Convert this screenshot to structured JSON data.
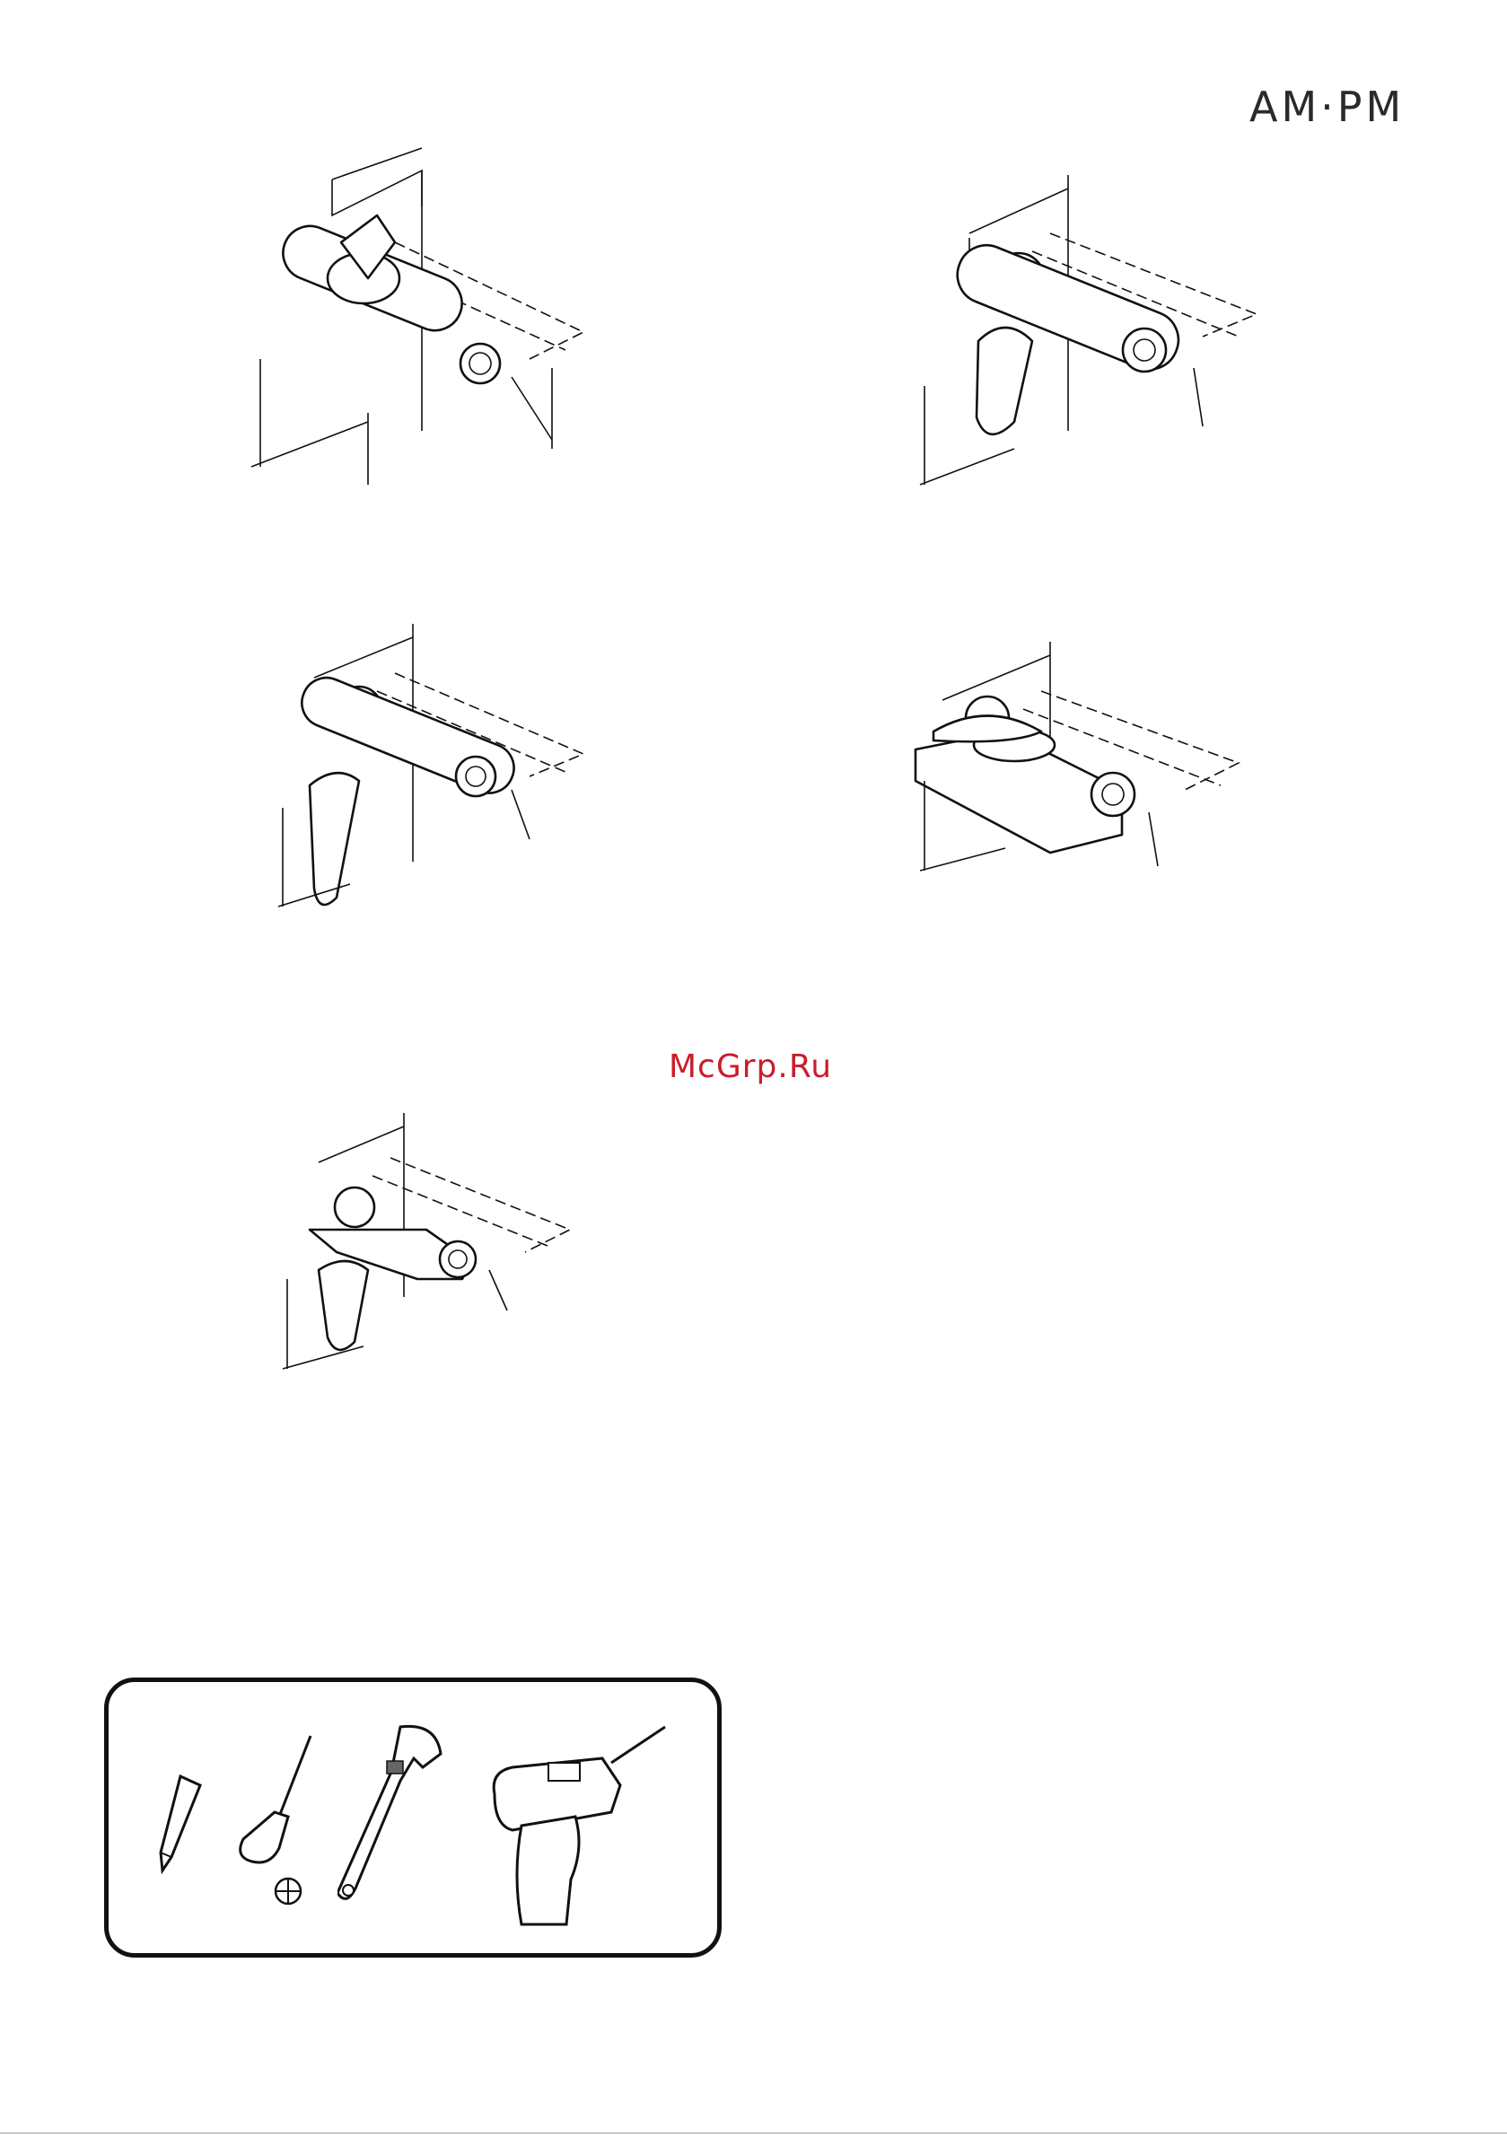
{
  "brand": {
    "logo_text": "AM·PM"
  },
  "watermark": {
    "text": "McGrp.Ru"
  },
  "figures": [
    {
      "id": "faucet-1",
      "icon": "shower-mixer-diagram"
    },
    {
      "id": "faucet-2",
      "icon": "shower-mixer-diagram"
    },
    {
      "id": "faucet-3",
      "icon": "shower-mixer-diagram"
    },
    {
      "id": "faucet-4",
      "icon": "shower-mixer-diagram"
    },
    {
      "id": "faucet-5",
      "icon": "shower-mixer-diagram"
    }
  ],
  "tools": [
    "pencil-icon",
    "phillips-screwdriver-icon",
    "adjustable-wrench-icon",
    "power-drill-icon"
  ]
}
